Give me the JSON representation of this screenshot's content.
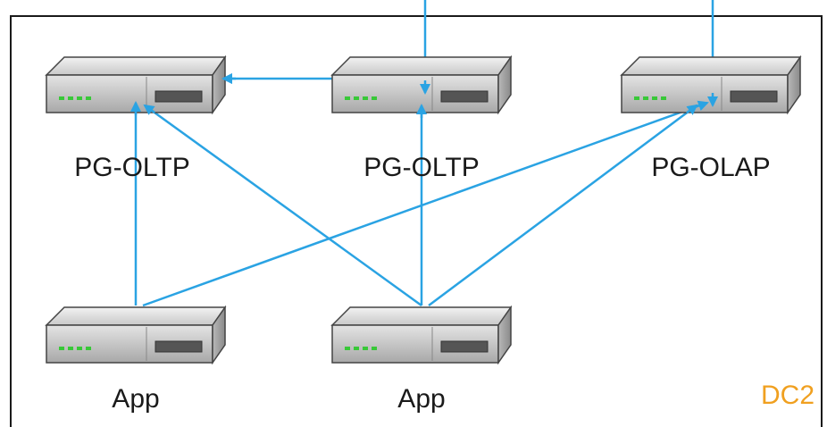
{
  "diagram": {
    "region_label": "DC2",
    "colors": {
      "arrow": "#2aa3e3",
      "border": "#1a1a1a",
      "region_label": "#f0a020",
      "led": "#38c838"
    },
    "nodes": [
      {
        "id": "pg-oltp-1",
        "label": "PG-OLTP",
        "icon": "server-icon"
      },
      {
        "id": "pg-oltp-2",
        "label": "PG-OLTP",
        "icon": "server-icon"
      },
      {
        "id": "pg-olap",
        "label": "PG-OLAP",
        "icon": "server-icon"
      },
      {
        "id": "app-1",
        "label": "App",
        "icon": "server-icon"
      },
      {
        "id": "app-2",
        "label": "App",
        "icon": "server-icon"
      }
    ],
    "edges": [
      {
        "from": "pg-oltp-2",
        "to": "pg-oltp-1"
      },
      {
        "from": "app-1",
        "to": "pg-oltp-1"
      },
      {
        "from": "app-1",
        "to": "pg-olap"
      },
      {
        "from": "app-2",
        "to": "pg-oltp-1"
      },
      {
        "from": "app-2",
        "to": "pg-oltp-2"
      },
      {
        "from": "app-2",
        "to": "pg-olap"
      },
      {
        "from": "external-above",
        "to": "pg-oltp-2"
      },
      {
        "from": "external-above",
        "to": "pg-olap"
      }
    ]
  }
}
